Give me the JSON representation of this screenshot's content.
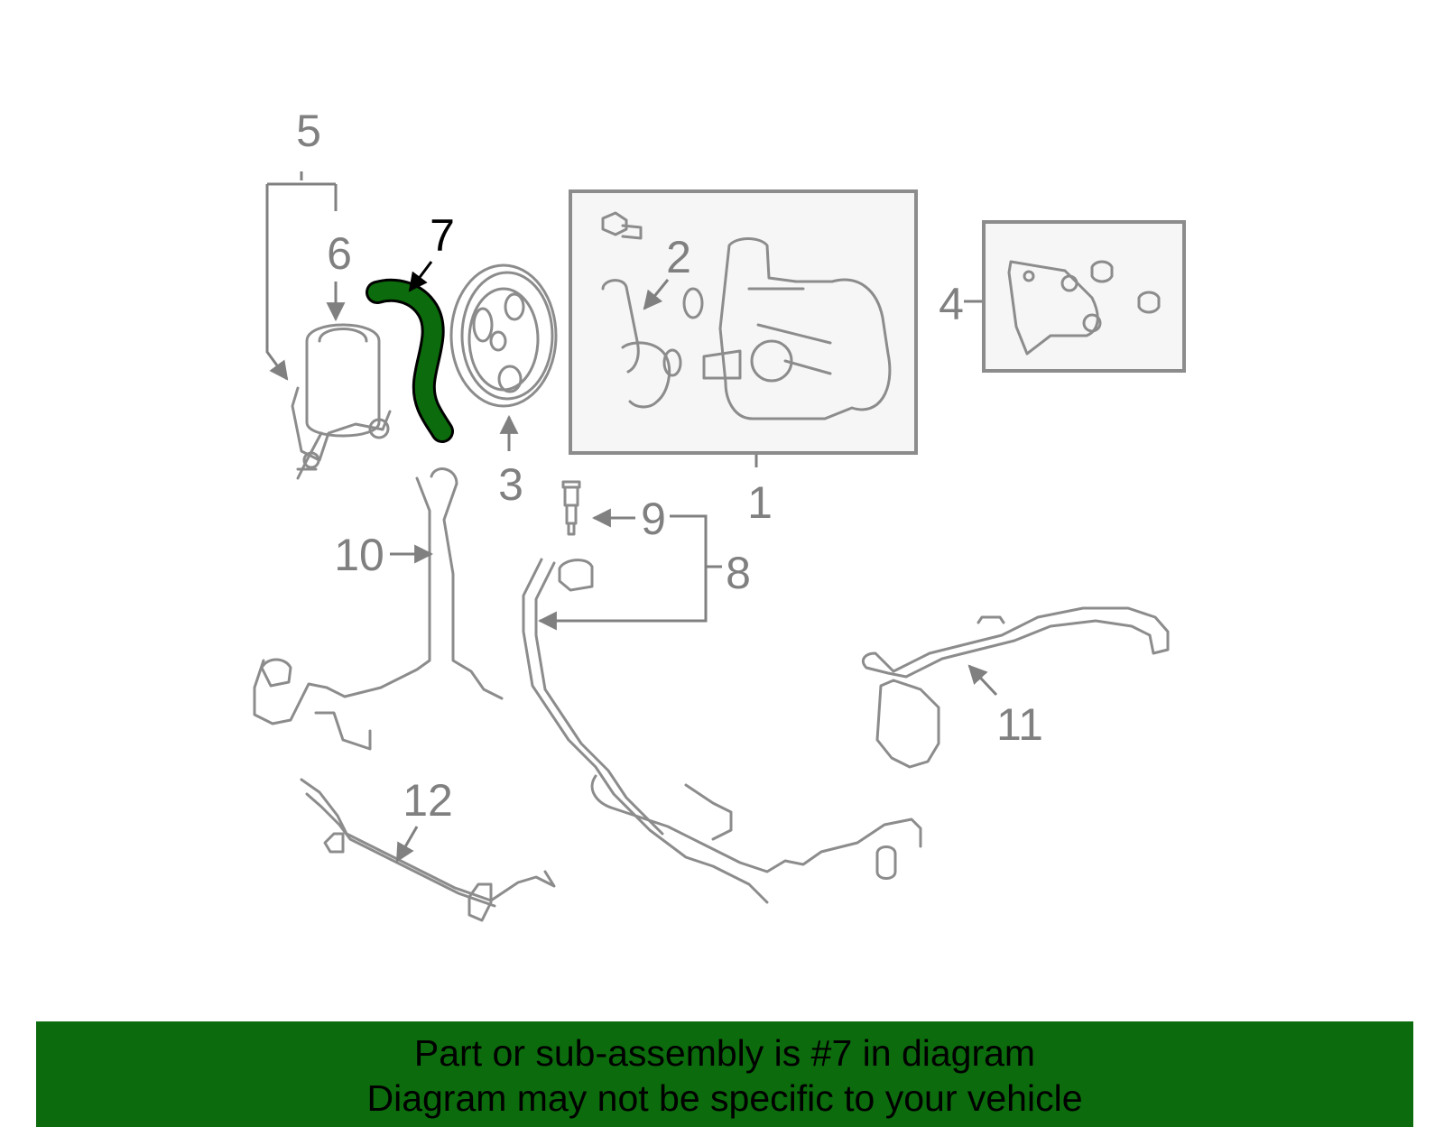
{
  "diagram": {
    "highlighted_part": "7",
    "labels": [
      "1",
      "2",
      "3",
      "4",
      "5",
      "6",
      "7",
      "8",
      "9",
      "10",
      "11",
      "12"
    ],
    "highlight_color": "#0c6b0c"
  },
  "banner": {
    "line1": "Part or sub-assembly is #7 in diagram",
    "line2": "Diagram may not be specific to your vehicle",
    "background": "#0c6b0c"
  }
}
